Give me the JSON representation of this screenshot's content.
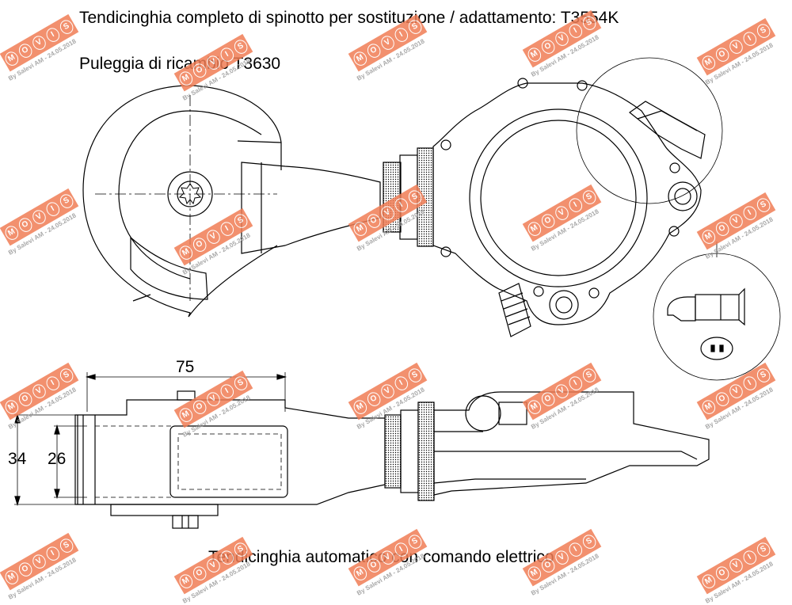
{
  "title_main": "Tendicinghia completo di spinotto per sostituzione / adattamento: T3554K",
  "title_pulley": "Puleggia di ricambio T3630",
  "caption": "Tendicinghia automatico con comando elettrico",
  "dimensions": {
    "width": "75",
    "height_outer": "34",
    "height_inner": "26"
  },
  "watermark": {
    "logo_letters": [
      "M",
      "O",
      "V",
      "I",
      "S"
    ],
    "stamp": "By Salevi AM - 24.05.2018",
    "color": "#f07d55"
  }
}
